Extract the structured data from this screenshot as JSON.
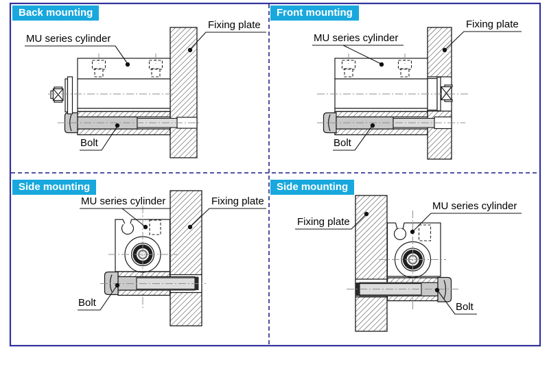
{
  "panels": [
    {
      "title": "Back mounting",
      "labels": {
        "cylinder": "MU series cylinder",
        "fixing_plate": "Fixing plate",
        "bolt": "Bolt"
      }
    },
    {
      "title": "Front mounting",
      "labels": {
        "cylinder": "MU series cylinder",
        "fixing_plate": "Fixing plate",
        "bolt": "Bolt"
      }
    },
    {
      "title": "Side mounting",
      "labels": {
        "cylinder": "MU series cylinder",
        "fixing_plate": "Fixing plate",
        "bolt": "Bolt"
      }
    },
    {
      "title": "Side mounting",
      "labels": {
        "cylinder": "MU series cylinder",
        "fixing_plate": "Fixing plate",
        "bolt": "Bolt"
      }
    }
  ],
  "colors": {
    "panel_header_bg": "#18a8dd",
    "panel_header_text": "#ffffff",
    "frame_border": "#31319e",
    "divider_dash": "#3a3a99",
    "drawing_line": "#1a1a1a",
    "bolt_gray": "#c9c9c9",
    "bolt_gray_light": "#dcdcdc"
  }
}
